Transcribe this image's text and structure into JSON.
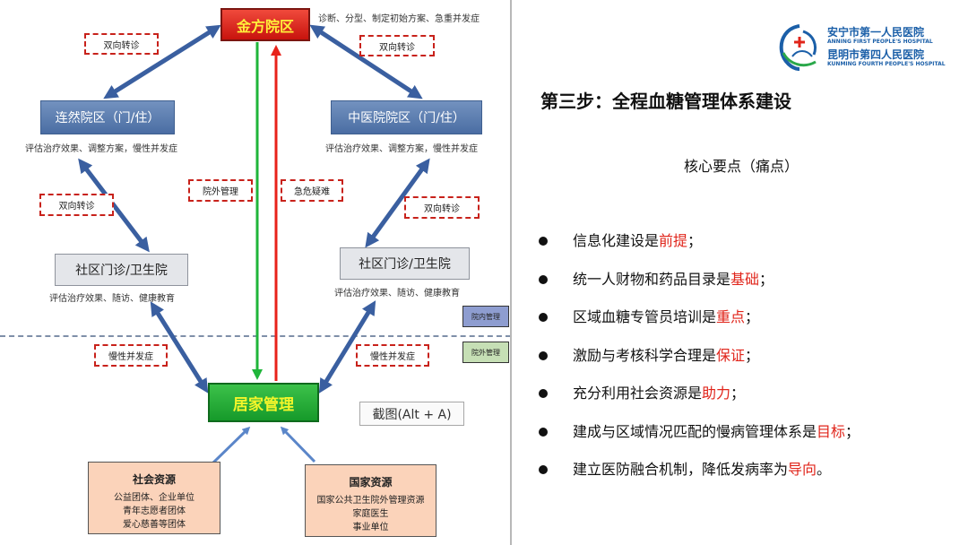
{
  "diagram": {
    "nodes": {
      "jinfang": "金方院区",
      "lianran": "连然院区（门/住）",
      "zhongyi": "中医院院区（门/住）",
      "shequ_left": "社区门诊/卫生院",
      "shequ_right": "社区门诊/卫生院",
      "home": "居家管理"
    },
    "notes": {
      "jinfang": "诊断、分型、制定初始方案、急重并发症",
      "lianran": "评估治疗效果、调整方案，慢性并发症",
      "zhongyi": "评估治疗效果、调整方案，慢性并发症",
      "shequ_left": "评估治疗效果、随访、健康教育",
      "shequ_right": "评估治疗效果、随访、健康教育"
    },
    "tags": {
      "bidirectional_top_left": "双向转诊",
      "bidirectional_top_right": "双向转诊",
      "bidirectional_mid_left": "双向转诊",
      "bidirectional_mid_right": "双向转诊",
      "outpatient_mgmt": "院外管理",
      "emergency": "急危疑难",
      "chronic_left": "慢性并发症",
      "chronic_right": "慢性并发症"
    },
    "resources": {
      "social": {
        "title": "社会资源",
        "items": [
          "公益团体、企业单位",
          "青年志愿者团体",
          "爱心慈善等团体"
        ]
      },
      "national": {
        "title": "国家资源",
        "items": [
          "国家公共卫生院外管理资源",
          "家庭医生",
          "事业单位"
        ]
      }
    },
    "legend": {
      "inpatient": "院内管理",
      "outpatient": "院外管理"
    },
    "screenshot_tip": "截图(Alt + A)",
    "colors": {
      "blue_arrow": "#3a5fa0",
      "green_arrow": "#1fb53a",
      "red_arrow": "#e8221a",
      "highlight": "#e0241a"
    }
  },
  "logo": {
    "line1": "安宁市第一人民医院",
    "line2": "ANNING FIRST PEOPLE'S HOSPITAL",
    "line3": "昆明市第四人民医院",
    "line4": "KUNMING FOURTH PEOPLE'S HOSPITAL"
  },
  "heading": "第三步：全程血糖管理体系建设",
  "subheading": "核心要点（痛点）",
  "points": [
    {
      "pre": "信息化建设是",
      "hl": "前提",
      "post": "；"
    },
    {
      "pre": "统一人财物和药品目录是",
      "hl": "基础",
      "post": "；"
    },
    {
      "pre": "区域血糖专管员培训是",
      "hl": "重点",
      "post": "；"
    },
    {
      "pre": "激励与考核科学合理是",
      "hl": "保证",
      "post": "；"
    },
    {
      "pre": "充分利用社会资源是",
      "hl": "助力",
      "post": "；"
    },
    {
      "pre": "建成与区域情况匹配的慢病管理体系是",
      "hl": "目标",
      "post": "；"
    },
    {
      "pre": "建立医防融合机制，降低发病率为",
      "hl": "导向",
      "post": "。"
    }
  ]
}
